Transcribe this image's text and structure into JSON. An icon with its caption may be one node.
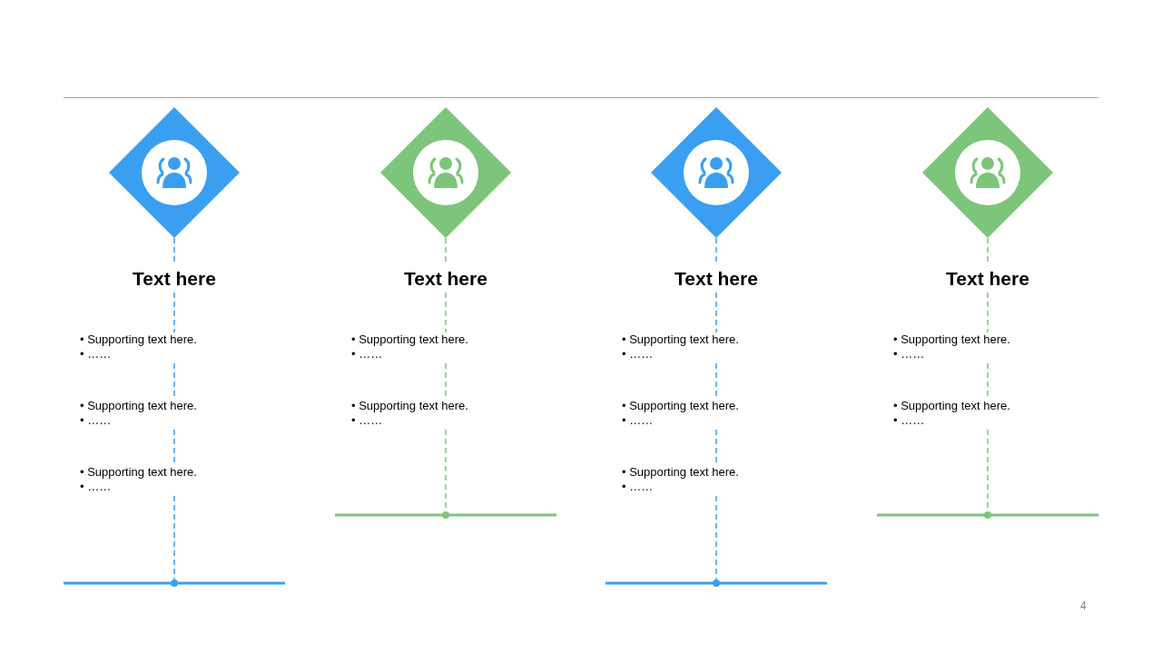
{
  "diagram": {
    "nodes": [
      {
        "text": [],
        "shape": "diamond"
      },
      {
        "text": [
          "Text here"
        ]
      },
      {
        "text": [
          "• Supporting text here.",
          "• ……"
        ]
      },
      {
        "text": [
          "• Supporting text here.",
          "• ……"
        ]
      },
      {
        "text": [
          "• Supporting text here.",
          "• ……"
        ]
      },
      {
        "text": [],
        "shape": "bar"
      },
      {
        "text": [],
        "shape": "diamond"
      },
      {
        "text": [
          "Text here"
        ]
      },
      {
        "text": [
          "• Supporting text here.",
          "• ……"
        ]
      },
      {
        "text": [
          "• Supporting text here.",
          "• ……"
        ]
      },
      {
        "text": [],
        "shape": "bar"
      },
      {
        "text": [],
        "shape": "diamond"
      },
      {
        "text": [
          "Text here"
        ]
      },
      {
        "text": [
          "• Supporting text here.",
          "• ……"
        ]
      },
      {
        "text": [
          "• Supporting text here.",
          "• ……"
        ]
      },
      {
        "text": [
          "• Supporting text here.",
          "• ……"
        ]
      },
      {
        "text": [],
        "shape": "bar"
      },
      {
        "text": [],
        "shape": "diamond"
      },
      {
        "text": [
          "Text here"
        ]
      },
      {
        "text": [
          "• Supporting text here.",
          "• ……"
        ]
      },
      {
        "text": [
          "• Supporting text here.",
          "• ……"
        ]
      },
      {
        "text": [],
        "shape": "bar"
      }
    ],
    "edges": [
      {
        "from": 0,
        "to": 1,
        "arrow": "none",
        "style": "dashed",
        "color": "#3a9ff0"
      },
      {
        "from": 1,
        "to": 2,
        "arrow": "none",
        "style": "dashed",
        "color": "#3a9ff0"
      },
      {
        "from": 2,
        "to": 3,
        "arrow": "none",
        "style": "dashed",
        "color": "#3a9ff0"
      },
      {
        "from": 3,
        "to": 4,
        "arrow": "none",
        "style": "dashed",
        "color": "#3a9ff0"
      },
      {
        "from": 4,
        "to": 5,
        "arrow": "none",
        "style": "dashed",
        "color": "#3a9ff0"
      },
      {
        "from": 6,
        "to": 7,
        "arrow": "none",
        "style": "dashed",
        "color": "#7dc57a"
      },
      {
        "from": 7,
        "to": 8,
        "arrow": "none",
        "style": "dashed",
        "color": "#7dc57a"
      },
      {
        "from": 8,
        "to": 9,
        "arrow": "none",
        "style": "dashed",
        "color": "#7dc57a"
      },
      {
        "from": 9,
        "to": 10,
        "arrow": "none",
        "style": "dashed",
        "color": "#7dc57a"
      },
      {
        "from": 11,
        "to": 12,
        "arrow": "none",
        "style": "dashed",
        "color": "#3a9ff0"
      },
      {
        "from": 12,
        "to": 13,
        "arrow": "none",
        "style": "dashed",
        "color": "#3a9ff0"
      },
      {
        "from": 13,
        "to": 14,
        "arrow": "none",
        "style": "dashed",
        "color": "#3a9ff0"
      },
      {
        "from": 14,
        "to": 15,
        "arrow": "none",
        "style": "dashed",
        "color": "#3a9ff0"
      },
      {
        "from": 15,
        "to": 16,
        "arrow": "none",
        "style": "dashed",
        "color": "#3a9ff0"
      },
      {
        "from": 17,
        "to": 18,
        "arrow": "none",
        "style": "dashed",
        "color": "#7dc57a"
      },
      {
        "from": 18,
        "to": 19,
        "arrow": "none",
        "style": "dashed",
        "color": "#7dc57a"
      },
      {
        "from": 19,
        "to": 20,
        "arrow": "none",
        "style": "dashed",
        "color": "#7dc57a"
      },
      {
        "from": 20,
        "to": 21,
        "arrow": "none",
        "style": "dashed",
        "color": "#7dc57a"
      }
    ],
    "labels": [
      "4"
    ]
  }
}
